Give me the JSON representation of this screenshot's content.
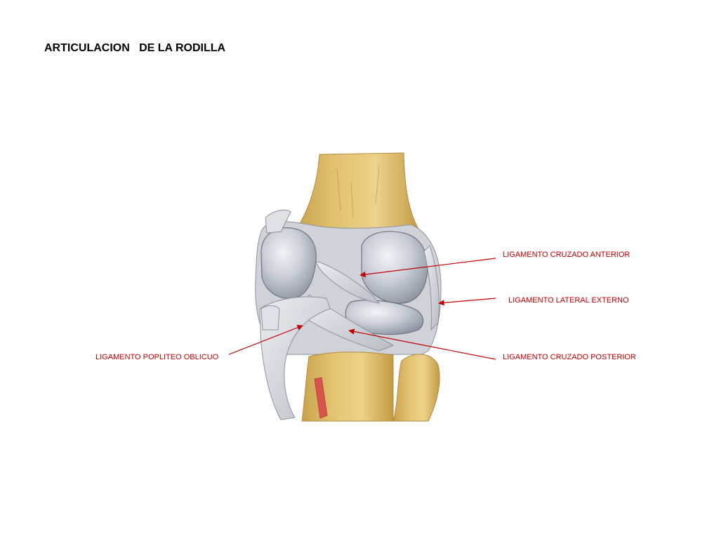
{
  "title": "ARTICULACION   DE LA RODILLA",
  "labels": {
    "anterior_cruciate": "LIGAMENTO CRUZADO ANTERIOR",
    "lateral_collateral": "LIGAMENTO LATERAL EXTERNO",
    "posterior_cruciate": "LIGAMENTO CRUZADO POSTERIOR",
    "oblique_popliteal": "LIGAMENTO POPLITEO OBLICUO"
  },
  "colors": {
    "label_text": "#c00000",
    "arrow": "#c00000",
    "bone": "#e4c473",
    "bone_shadow": "#c9a24e",
    "cartilage": "#c7ccd6",
    "cartilage_highlight": "#eef0f4",
    "ligament": "#d6d8de",
    "ligament_stroke": "#8d929c",
    "muscle": "#d9534f"
  }
}
